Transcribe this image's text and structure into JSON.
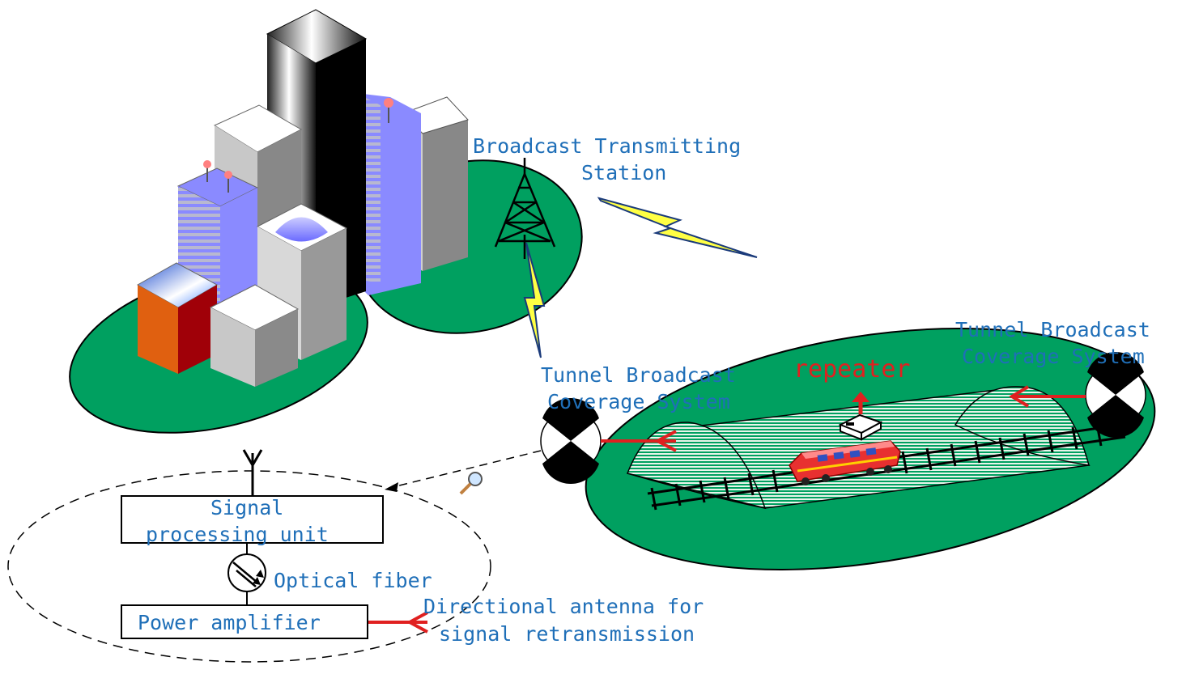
{
  "labels": {
    "broadcast_station_line1": "Broadcast Transmitting",
    "broadcast_station_line2": "Station",
    "tunnel_left_line1": "Tunnel Broadcast",
    "tunnel_left_line2": "Coverage System",
    "tunnel_right_line1": "Tunnel Broadcast",
    "tunnel_right_line2": "Coverage System",
    "repeater": "repeater",
    "signal_processing_line1": "Signal",
    "signal_processing_line2": "processing unit",
    "optical_fiber": "Optical fiber",
    "power_amplifier": "Power amplifier",
    "directional_antenna_line1": "Directional antenna for",
    "directional_antenna_line2": "signal retransmission"
  },
  "colors": {
    "ground_green": "#00a060",
    "label_blue": "#1f6fb8",
    "repeater_red": "#e02020",
    "lightning_yellow": "#ffff44",
    "lightning_outline": "#1a3a7a",
    "building_purple": "#8a8aff",
    "train_red": "#e83030"
  },
  "icons": [
    "tower-icon",
    "building-icon",
    "lightning-icon",
    "directional-antenna-icon",
    "repeater-icon",
    "train-icon",
    "magnifier-icon",
    "antenna-icon",
    "optical-fiber-icon"
  ]
}
